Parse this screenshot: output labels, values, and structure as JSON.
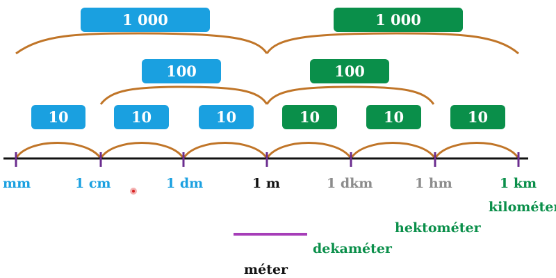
{
  "colors": {
    "blue": "#1aa0e0",
    "green": "#0a8f4a",
    "gray": "#8c8c8c",
    "black": "#111111",
    "brace": "#c07528",
    "tick": "#6b2d8f",
    "meter_bar": "#a63db8"
  },
  "factors": {
    "top_left": "1 000",
    "top_right": "1 000",
    "mid_left": "100",
    "mid_right": "100",
    "small": [
      "10",
      "10",
      "10",
      "10",
      "10",
      "10"
    ]
  },
  "units": [
    "mm",
    "1 cm",
    "1 dm",
    "1 m",
    "1 dkm",
    "1 hm",
    "1 km"
  ],
  "words": {
    "meter": "méter",
    "dekameter": "dekaméter",
    "hektometer": "hektométer",
    "kilometer": "kilométer"
  }
}
